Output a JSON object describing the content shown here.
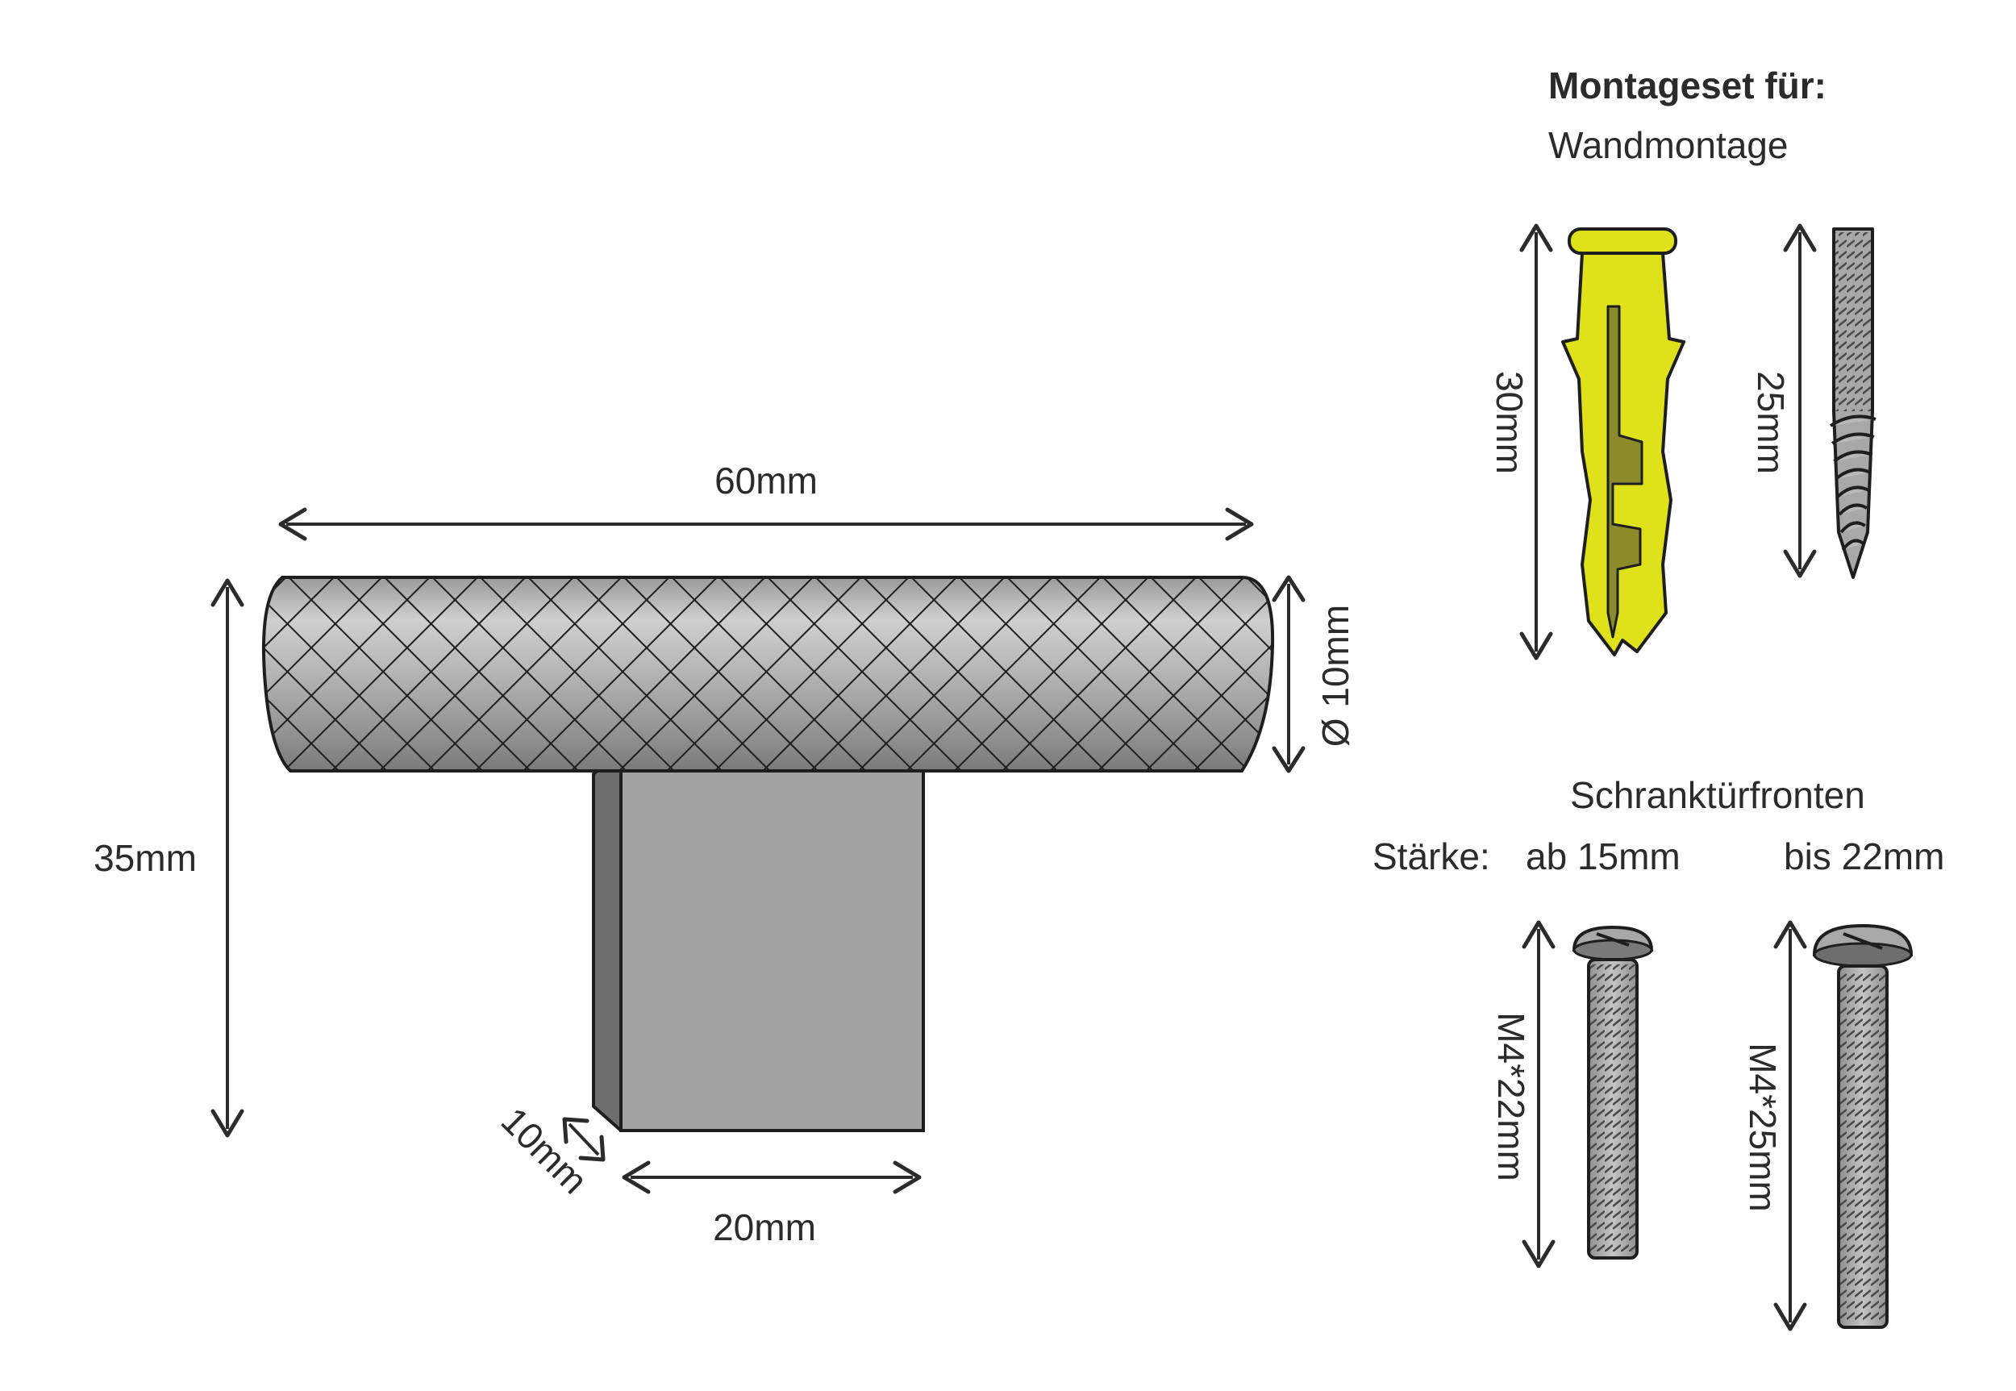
{
  "knob": {
    "width_label": "60mm",
    "height_label": "35mm",
    "diameter_label": "Ø 10mm",
    "base_width_label": "20mm",
    "base_depth_label": "10mm"
  },
  "mounting": {
    "heading": "Montageset für:",
    "wall_label": "Wandmontage",
    "dowel_length_label": "30mm",
    "screw_length_label": "25mm",
    "cabinet_label": "Schranktürfronten",
    "thickness_label": "Stärke:",
    "from_label": "ab 15mm",
    "to_label": "bis 22mm",
    "bolt_short_label": "M4*22mm",
    "bolt_long_label": "M4*25mm"
  },
  "colors": {
    "dowel": "#dfe21a",
    "dowel_dark": "#8a8c2a",
    "metal_light": "#c9c9c9",
    "metal": "#a2a2a2",
    "metal_dark": "#6e6e6e",
    "outline": "#1e1e1e",
    "arrow": "#2b2b2b"
  }
}
